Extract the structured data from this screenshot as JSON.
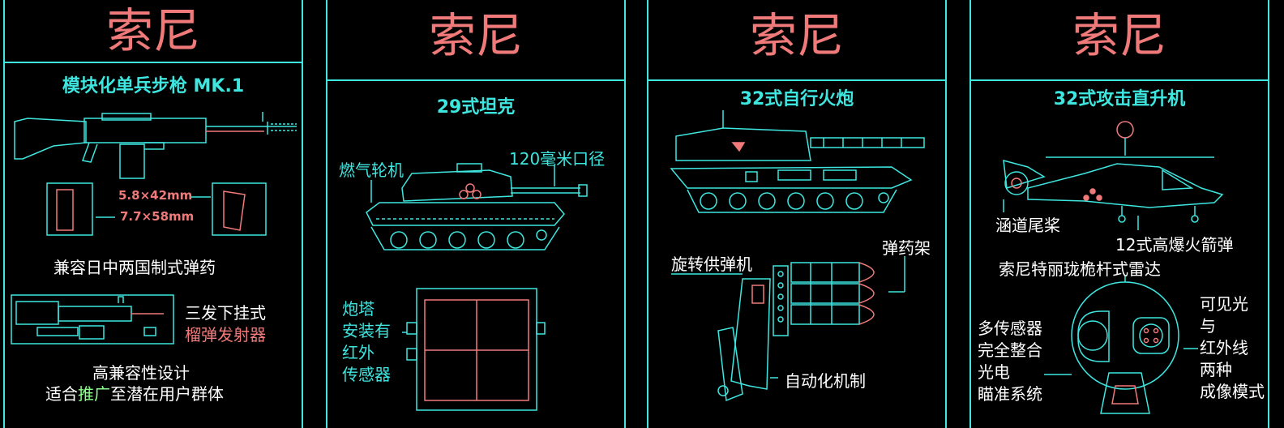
{
  "colors": {
    "cyan": "#3ee6e0",
    "red": "#f07a7a",
    "white": "#ffffff",
    "green": "#8cff8c",
    "background": "#000000"
  },
  "panels": [
    {
      "brand": "索尼",
      "title": "模块化单兵步枪 MK.1",
      "label_ammo1": "5.8×42mm",
      "label_ammo2": "7.7×58mm",
      "text_compat": "兼容日中两国制式弹药",
      "launcher_line1": "三发下挂式",
      "launcher_line2": "榴弹发射器",
      "design_line1": "高兼容性设计",
      "design_line2_a": "适合",
      "design_line2_b": "推广",
      "design_line2_c": "至潜在用户群体"
    },
    {
      "brand": "索尼",
      "title": "29式坦克",
      "label_engine": "燃气轮机",
      "label_caliber": "120毫米口径",
      "turret_lines": [
        "炮塔",
        "安装有",
        "红外",
        "传感器"
      ]
    },
    {
      "brand": "索尼",
      "title": "32式自行火炮",
      "label_loader": "旋转供弹机",
      "label_rack": "弹药架",
      "label_auto": "自动化机制"
    },
    {
      "brand": "索尼",
      "title": "32式攻击直升机",
      "label_tail": "涵道尾桨",
      "label_rocket": "12式高爆火箭弹",
      "label_radar": "索尼特丽珑桅杆式雷达",
      "left_lines": [
        "多传感器",
        "完全整合",
        "光电",
        "瞄准系统"
      ],
      "right_lines": [
        "可见光",
        "与",
        "红外线",
        "两种",
        "成像模式"
      ]
    }
  ]
}
